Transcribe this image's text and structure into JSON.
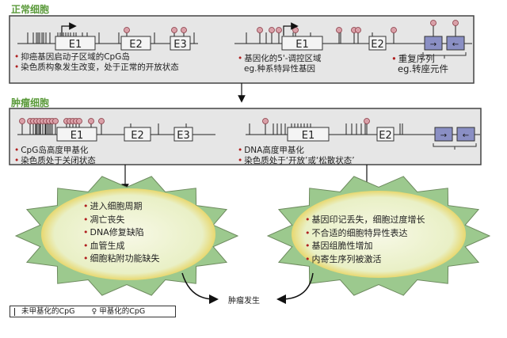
{
  "normal": {
    "title": "正常细胞",
    "exons_left": [
      "E1",
      "E2",
      "E3"
    ],
    "exons_right": [
      "E1",
      "E2"
    ],
    "left_notes": [
      "抑癌基因启动子区域的CpG岛",
      "染色质构象发生改变，处于正常的开放状态"
    ],
    "mid_notes": [
      "基因化的5'-调控区域",
      "eg.种系特异性基因"
    ],
    "right_notes": [
      "重复序列",
      "eg.转座元件"
    ]
  },
  "tumor": {
    "title": "肿瘤细胞",
    "exons_left": [
      "E1",
      "E2",
      "E3"
    ],
    "exons_right": [
      "E1",
      "E2"
    ],
    "left_notes": [
      "CpG岛高度甲基化",
      "染色质处于关闭状态"
    ],
    "right_notes": [
      "DNA高度甲基化",
      "染色质处于‘开放’或‘松散状态’"
    ]
  },
  "bursts": {
    "left": [
      "进入细胞周期",
      "凋亡丧失",
      "DNA修复缺陷",
      "血管生成",
      "细胞粘附功能缺失"
    ],
    "right": [
      "基因印记丢失，细胞过度增长",
      "不合适的细胞特异性表达",
      "基因组脆性增加",
      "内寄生序列被激活"
    ]
  },
  "outcome": "肿瘤发生",
  "legend": {
    "unmethylated": "未甲基化的CpG",
    "methylated": "甲基化的CpG"
  },
  "colors": {
    "section": "#5a9a3a",
    "panel": "#e6e6e6",
    "burst": "#9cc98e",
    "lollipop": "#d9a0a8",
    "repeat": "#8a8fc4"
  }
}
